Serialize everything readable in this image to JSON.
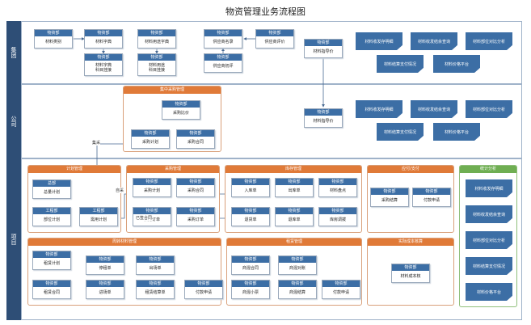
{
  "title": "物资管理业务流程图",
  "lanes": [
    "集团",
    "公司",
    "项目"
  ],
  "dept": "物资部",
  "group": {
    "nodes": {
      "g1": "材料类别",
      "g2": "材料字典",
      "g3": "材料字典\n科目挂接",
      "g4": "材料用途字典",
      "g5": "材料用途\n科目挂接",
      "g6": "供应商名录",
      "g7": "供应商评价",
      "g8": "供应商初评",
      "g9": "材料指导价"
    },
    "tags": [
      "材料收发存明细",
      "材料收发结余查询",
      "材料部位对比分析",
      "材料结算支付情况",
      "材料价格平台"
    ]
  },
  "company": {
    "section": "集中采购管理",
    "nodes": {
      "c1": "采购比价",
      "c2": "采购计划",
      "c3": "采购合同",
      "c4": "材料指导价"
    },
    "tags": [
      "材料收发存明细",
      "材料收发结余查询",
      "材料部位对比分析",
      "材料结算支付情况",
      "材料价格平台"
    ],
    "edge_label": "集采"
  },
  "project": {
    "sections": {
      "plan": "计划管理",
      "purchase": "采购管理",
      "stock": "库存管理",
      "pay": "应付/支付",
      "analysis": "统计分析",
      "lease": "周转材料管理",
      "rent": "租赁管理",
      "cost": "实际成本核算"
    },
    "dept_total": "总部",
    "dept_eng": "工程部",
    "nodes": {
      "p1": "总量计划",
      "p2": "部位计划",
      "p3": "需用计划",
      "p4": "采购计划",
      "p5": "采购合同",
      "p6": "采购订单",
      "p7": "采购订单",
      "p8": "入库单",
      "p9": "出库单",
      "p10": "材料盘点",
      "p11": "退货单",
      "p12": "退库单",
      "p13": "库房调拨",
      "p14": "采购结算",
      "p15": "付款申请",
      "l1": "租赁计划",
      "l2": "租赁合同",
      "l3": "停租单",
      "l4": "进场单",
      "l5": "出场单",
      "l6": "租赁结算单",
      "l7": "付款申请",
      "r1": "商混合同",
      "r2": "商混对账",
      "r3": "商混小票",
      "r4": "商混结算",
      "r5": "付款申请",
      "k1": "材料成本核"
    },
    "edge_labels": {
      "e1": "自采",
      "e2": "已签合同"
    },
    "tags": [
      "材料收发存明细",
      "材料收发结余查询",
      "材料部位对比分析",
      "材料结算支付情况",
      "材料价格平台"
    ]
  }
}
